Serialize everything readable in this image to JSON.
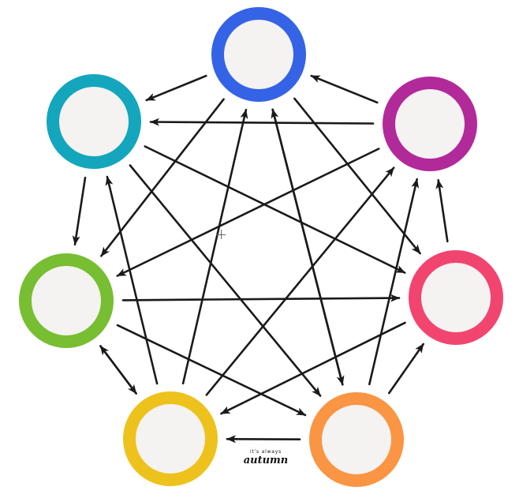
{
  "diagram": {
    "nodes": [
      {
        "id": "blue",
        "color": "#3563e6"
      },
      {
        "id": "purple",
        "color": "#b2299a"
      },
      {
        "id": "pink",
        "color": "#f1456f"
      },
      {
        "id": "orange",
        "color": "#fa9543"
      },
      {
        "id": "yellow",
        "color": "#eec21c"
      },
      {
        "id": "green",
        "color": "#77be32"
      },
      {
        "id": "teal",
        "color": "#14a6bd"
      }
    ],
    "node_fill": "#f5f2f2",
    "arrow_color": "#1a1a1a",
    "edges": [
      {
        "from": "blue",
        "to": "teal"
      },
      {
        "from": "blue",
        "to": "green"
      },
      {
        "from": "blue",
        "to": "orange"
      },
      {
        "from": "blue",
        "to": "pink"
      },
      {
        "from": "purple",
        "to": "blue"
      },
      {
        "from": "purple",
        "to": "teal"
      },
      {
        "from": "purple",
        "to": "green"
      },
      {
        "from": "teal",
        "to": "green"
      },
      {
        "from": "teal",
        "to": "pink"
      },
      {
        "from": "teal",
        "to": "orange"
      },
      {
        "from": "green",
        "to": "pink"
      },
      {
        "from": "green",
        "to": "yellow"
      },
      {
        "from": "green",
        "to": "orange"
      },
      {
        "from": "yellow",
        "to": "teal"
      },
      {
        "from": "yellow",
        "to": "green"
      },
      {
        "from": "yellow",
        "to": "blue"
      },
      {
        "from": "yellow",
        "to": "purple"
      },
      {
        "from": "orange",
        "to": "yellow"
      },
      {
        "from": "orange",
        "to": "blue"
      },
      {
        "from": "orange",
        "to": "purple"
      },
      {
        "from": "orange",
        "to": "pink"
      },
      {
        "from": "pink",
        "to": "purple"
      },
      {
        "from": "pink",
        "to": "yellow"
      }
    ]
  },
  "watermark": {
    "line1": "it's always",
    "line2": "autumn"
  }
}
